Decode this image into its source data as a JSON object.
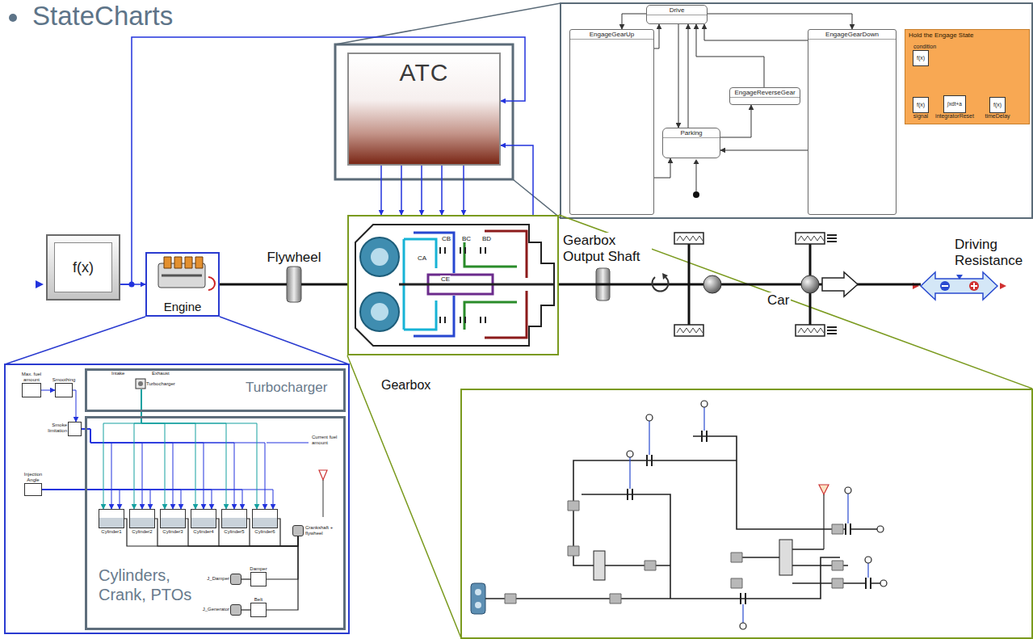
{
  "diagram": {
    "title": "StateCharts",
    "nodes": [
      {
        "text": [
          "ATC"
        ]
      },
      {
        "text": [
          "Drive"
        ]
      },
      {
        "text": [
          "EngageGearUp"
        ]
      },
      {
        "text": [
          "EngageGearDown"
        ]
      },
      {
        "text": [
          "EngageReverseGear"
        ]
      },
      {
        "text": [
          "Parking"
        ]
      },
      {
        "text": [
          "Hold the Engage State"
        ]
      },
      {
        "text": [
          "condition",
          "f(x)"
        ],
        "in": 6
      },
      {
        "text": [
          "f(x)",
          "signal"
        ],
        "in": 6
      },
      {
        "text": [
          "∫xdt+a",
          "integratorReset"
        ],
        "in": 6
      },
      {
        "text": [
          "f(x)",
          "timeDelay"
        ],
        "in": 6
      },
      {
        "text": [
          "f(x)"
        ]
      },
      {
        "text": [
          "Engine"
        ]
      },
      {
        "text": [
          "Flywheel"
        ]
      },
      {
        "text": [
          "Gearbox"
        ]
      },
      {
        "text": [
          "Car"
        ]
      },
      {
        "text": [
          "Driving Resistance"
        ]
      },
      {
        "text": [
          "Turbocharger"
        ]
      },
      {
        "text": [
          "Turbocharger"
        ],
        "in": 17
      },
      {
        "text": [
          "Max. fuel amount"
        ]
      },
      {
        "text": [
          "Smoothing"
        ]
      },
      {
        "text": [
          "Smoke limitation"
        ]
      },
      {
        "text": [
          "Injection Angle"
        ]
      },
      {
        "text": [
          "Cylinders, Crank, PTOs"
        ]
      },
      {
        "text": [
          "Cylinder1"
        ],
        "in": 23
      },
      {
        "text": [
          "Cylinder2"
        ],
        "in": 23
      },
      {
        "text": [
          "Cylinder3"
        ],
        "in": 23
      },
      {
        "text": [
          "Cylinder4"
        ],
        "in": 23
      },
      {
        "text": [
          "Cylinder5"
        ],
        "in": 23
      },
      {
        "text": [
          "Cylinder6"
        ],
        "in": 23
      },
      {
        "text": [
          "Crankshaft + flywheel"
        ],
        "in": 23
      },
      {
        "text": [
          "J_Damper"
        ],
        "in": 23
      },
      {
        "text": [
          "Damper"
        ],
        "in": 23
      },
      {
        "text": [
          "J_Generator"
        ],
        "in": 23
      },
      {
        "text": [
          "Belt"
        ],
        "in": 23
      }
    ],
    "edges": [
      {
        "from": 1,
        "to": 2,
        "arrow": "to"
      },
      {
        "from": 2,
        "to": 1,
        "arrow": "to"
      },
      {
        "from": 1,
        "to": 3,
        "arrow": "to"
      },
      {
        "from": 3,
        "to": 1,
        "arrow": "to"
      },
      {
        "from": 1,
        "to": 5,
        "arrow": "to"
      },
      {
        "from": 5,
        "to": 1,
        "arrow": "to"
      },
      {
        "from": 5,
        "to": 4,
        "arrow": "to"
      },
      {
        "from": 4,
        "to": 1,
        "arrow": "to"
      },
      {
        "from": 2,
        "to": 5,
        "arrow": "to"
      },
      {
        "from": 3,
        "to": 5,
        "arrow": "to"
      },
      {
        "from": 7,
        "to": 9,
        "arrow": "to"
      },
      {
        "from": 8,
        "to": 9,
        "arrow": "to"
      },
      {
        "from": 9,
        "to": 10,
        "arrow": "to"
      },
      {
        "from": 11,
        "to": 12,
        "arrow": "to"
      },
      {
        "from": 11,
        "to": 0,
        "arrow": "to"
      },
      {
        "from": 12,
        "to": 13,
        "arrow": "none"
      },
      {
        "from": 13,
        "to": 14,
        "arrow": "none"
      },
      {
        "from": 0,
        "to": 14,
        "arrow": "to"
      },
      {
        "from": 0,
        "to": 14,
        "arrow": "to"
      },
      {
        "from": 0,
        "to": 14,
        "arrow": "to"
      },
      {
        "from": 0,
        "to": 14,
        "arrow": "to"
      },
      {
        "from": 0,
        "to": 14,
        "arrow": "to"
      },
      {
        "from": 14,
        "to": 0,
        "arrow": "to"
      },
      {
        "from": 14,
        "to": 15,
        "arrow": "none"
      },
      {
        "from": 15,
        "to": 16,
        "arrow": "none"
      },
      {
        "from": 19,
        "to": 20,
        "arrow": "to"
      },
      {
        "from": 20,
        "to": 21,
        "arrow": "to"
      },
      {
        "from": 21,
        "to": 24,
        "arrow": "to"
      },
      {
        "from": 21,
        "to": 25,
        "arrow": "to"
      },
      {
        "from": 21,
        "to": 26,
        "arrow": "to"
      },
      {
        "from": 21,
        "to": 27,
        "arrow": "to"
      },
      {
        "from": 21,
        "to": 28,
        "arrow": "to"
      },
      {
        "from": 21,
        "to": 29,
        "arrow": "to"
      },
      {
        "from": 22,
        "to": 24,
        "arrow": "to"
      },
      {
        "from": 22,
        "to": 25,
        "arrow": "to"
      },
      {
        "from": 22,
        "to": 26,
        "arrow": "to"
      },
      {
        "from": 22,
        "to": 27,
        "arrow": "to"
      },
      {
        "from": 22,
        "to": 28,
        "arrow": "to"
      },
      {
        "from": 22,
        "to": 29,
        "arrow": "to"
      },
      {
        "from": 18,
        "to": 24,
        "arrow": "to"
      },
      {
        "from": 18,
        "to": 25,
        "arrow": "to"
      },
      {
        "from": 18,
        "to": 26,
        "arrow": "to"
      },
      {
        "from": 18,
        "to": 27,
        "arrow": "to"
      },
      {
        "from": 18,
        "to": 28,
        "arrow": "to"
      },
      {
        "from": 18,
        "to": 29,
        "arrow": "to"
      },
      {
        "from": 24,
        "to": 30,
        "arrow": "none"
      },
      {
        "from": 25,
        "to": 30,
        "arrow": "none"
      },
      {
        "from": 26,
        "to": 30,
        "arrow": "none"
      },
      {
        "from": 27,
        "to": 30,
        "arrow": "none"
      },
      {
        "from": 28,
        "to": 30,
        "arrow": "none"
      },
      {
        "from": 29,
        "to": 30,
        "arrow": "none"
      },
      {
        "from": 31,
        "to": 32,
        "arrow": "none"
      },
      {
        "from": 33,
        "to": 34,
        "arrow": "none"
      },
      {
        "from": 32,
        "to": 30,
        "arrow": "none"
      },
      {
        "from": 34,
        "to": 30,
        "arrow": "none"
      }
    ],
    "labels": [
      "Gearbox Output Shaft",
      "CB",
      "BC",
      "BD",
      "CA",
      "CE",
      "Intake",
      "Exhaust",
      "Current fuel amount"
    ]
  }
}
